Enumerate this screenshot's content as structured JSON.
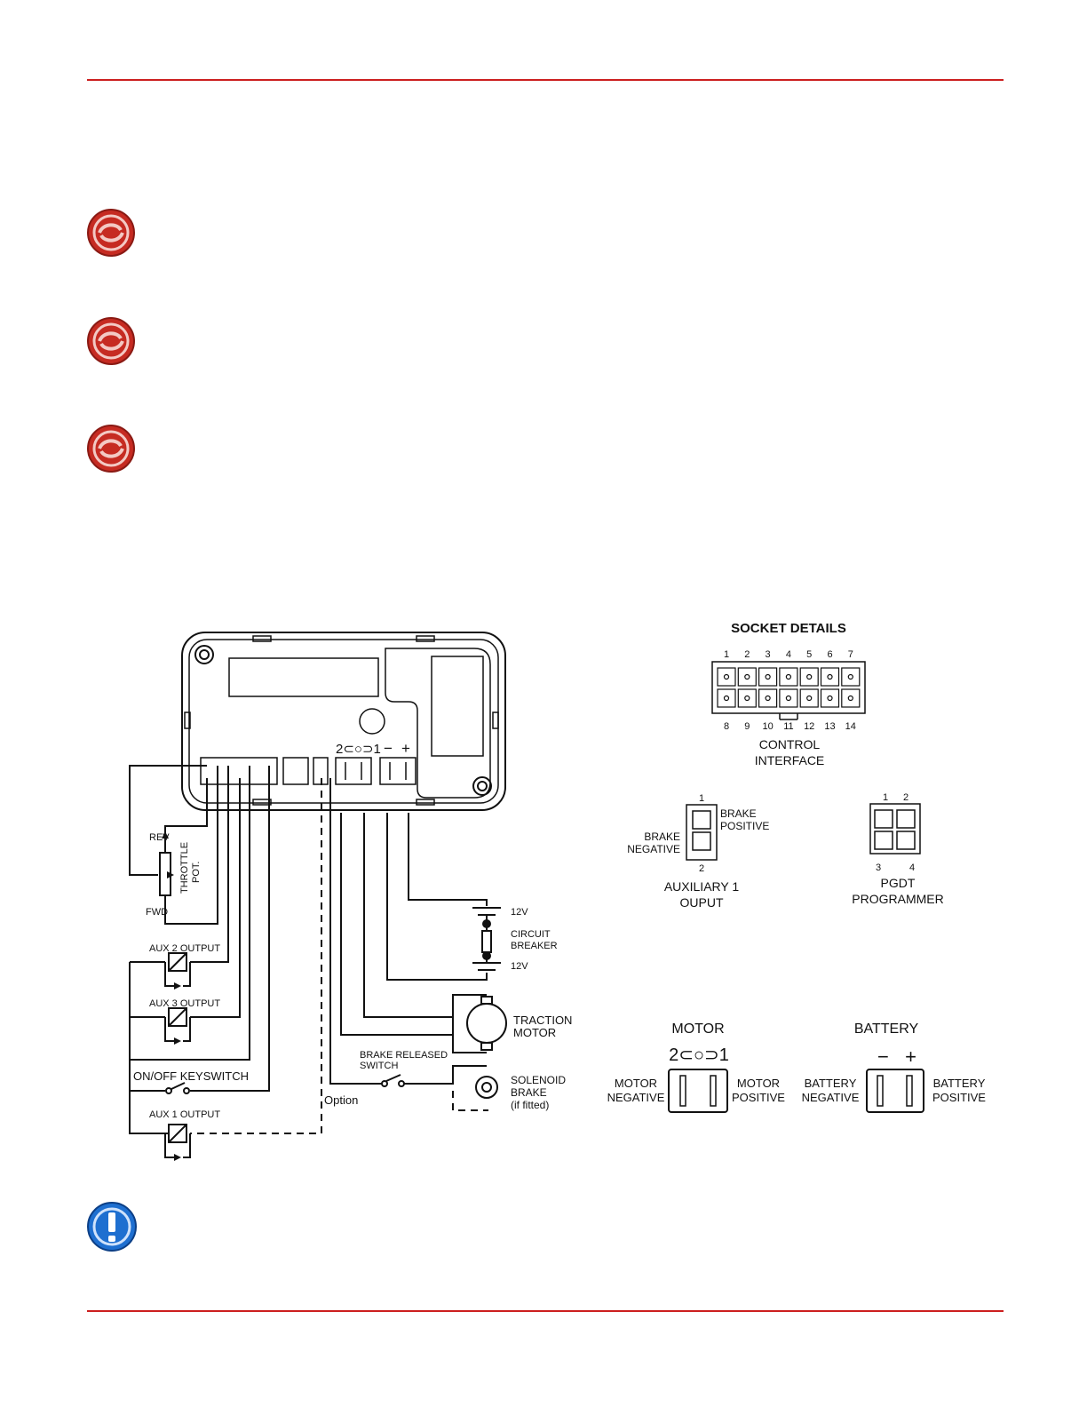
{
  "colors": {
    "rule": "#cc1f1f",
    "warning_icon": "#c62b22",
    "note_icon": "#1e6fd0"
  },
  "icons": {
    "warning": "warning-icon",
    "note": "note-exclamation-icon"
  },
  "wiring": {
    "connector_marks": {
      "motor_symbol": "2⊂○⊃1",
      "battery_minus": "−",
      "battery_plus": "+"
    },
    "rev": "REV",
    "fwd": "FWD",
    "throttle_pot": [
      "THROTTLE",
      "POT."
    ],
    "aux2": "AUX 2 OUTPUT",
    "aux3": "AUX 3 OUTPUT",
    "keyswitch": "ON/OFF KEYSWITCH",
    "aux1": "AUX 1 OUTPUT",
    "option": "Option",
    "brake_released": [
      "BRAKE RELEASED",
      "SWITCH"
    ],
    "solenoid": [
      "SOLENOID",
      "BRAKE",
      "(if fitted)"
    ],
    "traction": [
      "TRACTION",
      "MOTOR"
    ],
    "battery_top": "12V",
    "circuit_breaker": [
      "CIRCUIT",
      "BREAKER"
    ],
    "battery_bottom": "12V"
  },
  "sockets": {
    "title": "SOCKET  DETAILS",
    "control_top_pins": [
      "1",
      "2",
      "3",
      "4",
      "5",
      "6",
      "7"
    ],
    "control_bottom_pins": [
      "8",
      "9",
      "10",
      "11",
      "12",
      "13",
      "14"
    ],
    "control_label": [
      "CONTROL",
      "INTERFACE"
    ],
    "aux1_pin_top": "1",
    "aux1_pin_bottom": "2",
    "brake_positive": [
      "BRAKE",
      "POSITIVE"
    ],
    "brake_negative": [
      "BRAKE",
      "NEGATIVE"
    ],
    "aux1_label": [
      "AUXILIARY 1",
      "OUPUT"
    ],
    "pgdt_pins_top": [
      "1",
      "2"
    ],
    "pgdt_pins_bottom": [
      "3",
      "4"
    ],
    "pgdt_label": [
      "PGDT",
      "PROGRAMMER"
    ],
    "motor_title": "MOTOR",
    "motor_symbol": "2⊂○⊃1",
    "motor_negative": [
      "MOTOR",
      "NEGATIVE"
    ],
    "motor_positive": [
      "MOTOR",
      "POSITIVE"
    ],
    "battery_title": "BATTERY",
    "battery_symbol": "−   +",
    "battery_negative": [
      "BATTERY",
      "NEGATIVE"
    ],
    "battery_positive": [
      "BATTERY",
      "POSITIVE"
    ]
  }
}
